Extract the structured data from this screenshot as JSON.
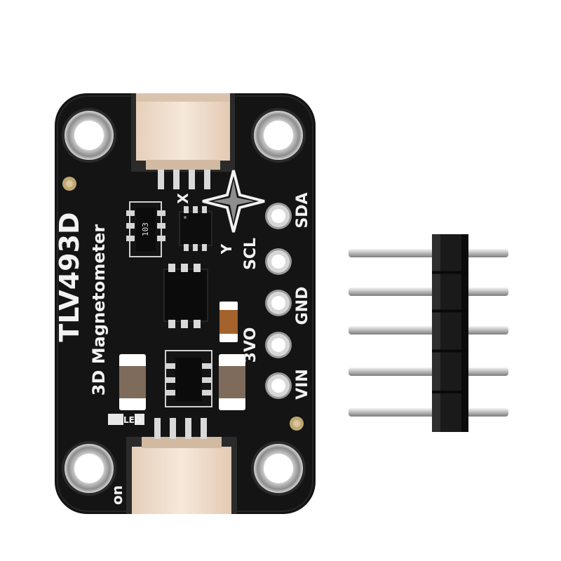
{
  "board": {
    "title": "TLV493D",
    "subtitle": "3D Magnetometer",
    "axis_x": "X",
    "axis_y": "Y",
    "chip_marking": "103",
    "pins": [
      "SDA",
      "SCL",
      "GND",
      "3VO",
      "VIN"
    ],
    "led_label": "LED",
    "switch_label": "on",
    "colors": {
      "pcb": "#141414",
      "connector": "#efdcc9",
      "gold": "#e2c580",
      "silkscreen": "#f2f2f2"
    }
  },
  "header": {
    "pin_count": 5,
    "colors": {
      "plastic": "#1a1a1a",
      "pin": "#c9c9c9"
    }
  }
}
